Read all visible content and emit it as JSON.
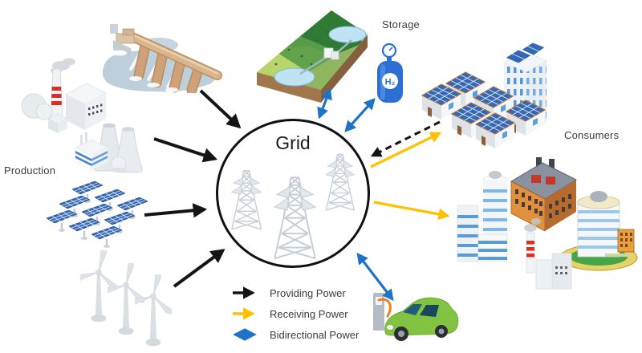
{
  "diagram_labels": {
    "production": "Production",
    "storage": "Storage",
    "consumers": "Consumers"
  },
  "grid": {
    "label": "Grid"
  },
  "hydrogen": {
    "tank_label": "H₂"
  },
  "legend": {
    "items": [
      {
        "label": "Providing Power",
        "color": "#141414",
        "arrow": "solid-single"
      },
      {
        "label": "Receiving Power",
        "color": "#FFC000",
        "arrow": "solid-single"
      },
      {
        "label": "Bidirectional Power",
        "color": "#1E73C8",
        "arrow": "solid-double"
      }
    ]
  },
  "nodes": {
    "production": [
      "hydroelectric-dam",
      "fossil-fuel-power-plant",
      "nuclear-power-plant",
      "solar-farm",
      "wind-turbines"
    ],
    "storage": [
      "pumped-hydro-storage",
      "hydrogen-storage-tank"
    ],
    "consumers": [
      "residential-houses-with-solar",
      "apartment-building-with-solar",
      "commercial-industrial-buildings",
      "electric-vehicle-with-charger"
    ]
  },
  "arrows": [
    {
      "from": "hydroelectric-dam",
      "to": "grid",
      "type": "providing-power"
    },
    {
      "from": "fossil-and-nuclear-plants",
      "to": "grid",
      "type": "providing-power"
    },
    {
      "from": "solar-farm",
      "to": "grid",
      "type": "providing-power"
    },
    {
      "from": "wind-turbines",
      "to": "grid",
      "type": "providing-power"
    },
    {
      "from": "grid",
      "to": "pumped-hydro-storage",
      "type": "bidirectional-power"
    },
    {
      "from": "grid",
      "to": "hydrogen-storage-tank",
      "type": "bidirectional-power"
    },
    {
      "from": "residential-houses-with-solar",
      "to": "grid",
      "type": "providing-power-dashed"
    },
    {
      "from": "grid",
      "to": "residential-houses-with-solar",
      "type": "receiving-power"
    },
    {
      "from": "grid",
      "to": "commercial-industrial-buildings",
      "type": "receiving-power"
    },
    {
      "from": "grid",
      "to": "electric-vehicle-with-charger",
      "type": "bidirectional-power"
    }
  ],
  "colors": {
    "providing_power": "#141414",
    "receiving_power": "#FFC000",
    "bidirectional_power": "#1E73C8",
    "solar_panel": "#3468B4",
    "hydrogen_tank": "#2B6FD4",
    "ev_car": "#82C341"
  }
}
